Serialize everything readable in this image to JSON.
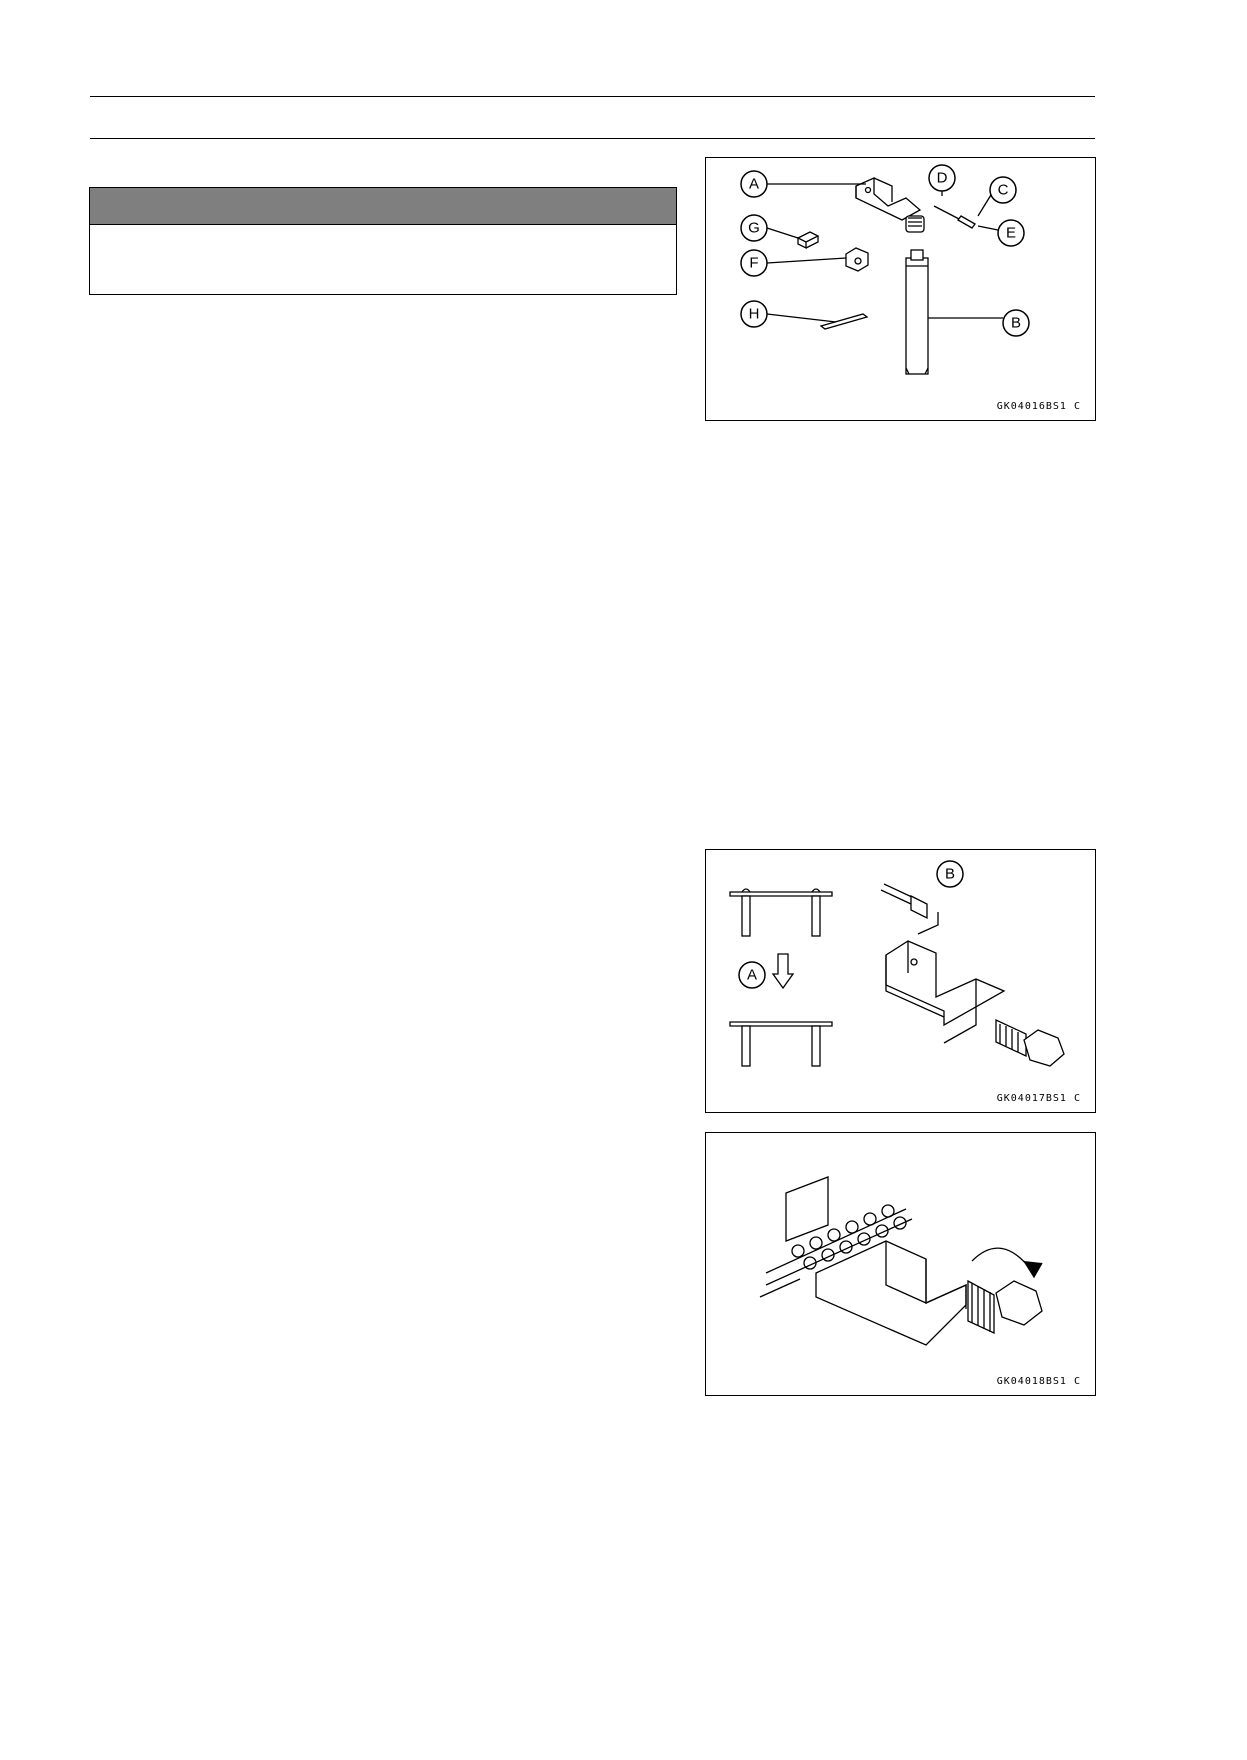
{
  "figures": [
    {
      "code": "GK04016BS1 C",
      "callouts": [
        "A",
        "D",
        "C",
        "G",
        "E",
        "F",
        "B",
        "H"
      ]
    },
    {
      "code": "GK04017BS1 C",
      "callouts": [
        "B",
        "A"
      ]
    },
    {
      "code": "GK04018BS1 C",
      "callouts": []
    }
  ]
}
